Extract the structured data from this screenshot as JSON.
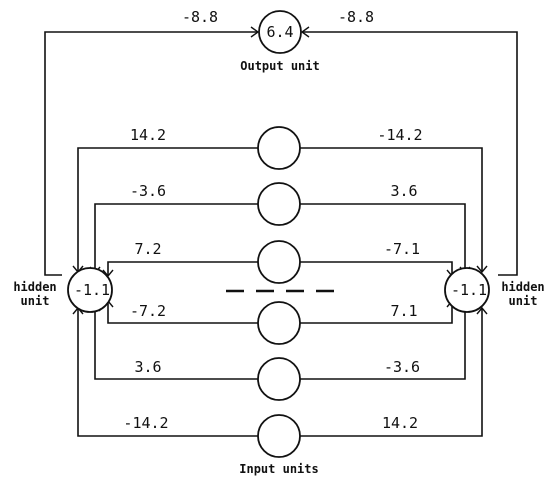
{
  "output_unit": {
    "value": "6.4",
    "label": "Output unit"
  },
  "hidden_left": {
    "value": "-1.1",
    "label_line1": "hidden",
    "label_line2": "unit"
  },
  "hidden_right": {
    "value": "-1.1",
    "label_line1": "hidden",
    "label_line2": "unit"
  },
  "input_label": "Input units",
  "output_weights": {
    "left": "-8.8",
    "right": "-8.8"
  },
  "input_weights": [
    {
      "left": "14.2",
      "right": "-14.2"
    },
    {
      "left": "-3.6",
      "right": "3.6"
    },
    {
      "left": "7.2",
      "right": "-7.1"
    },
    {
      "left": "-7.2",
      "right": "7.1"
    },
    {
      "left": "3.6",
      "right": "-3.6"
    },
    {
      "left": "-14.2",
      "right": "14.2"
    }
  ]
}
